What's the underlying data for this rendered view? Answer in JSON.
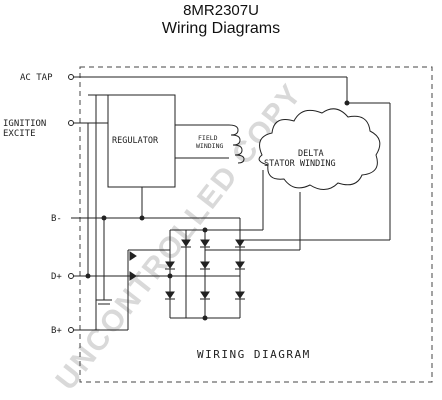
{
  "header": {
    "part_number": "8MR2307U",
    "subtitle": "Wiring Diagrams"
  },
  "labels": {
    "ac_tap": "AC TAP",
    "ignition": "IGNITION",
    "excite": "EXCITE",
    "regulator": "REGULATOR",
    "field": "FIELD",
    "winding": "WINDING",
    "delta": "DELTA",
    "stator_winding": "STATOR WINDING",
    "b_minus": "B-",
    "d_plus": "D+",
    "b_plus": "B+",
    "footer": "WIRING DIAGRAM"
  },
  "watermark": {
    "text": "UNCONTROLLED COPY",
    "color": "#d9d9d9"
  },
  "colors": {
    "line": "#222222",
    "dash": "#444444"
  }
}
